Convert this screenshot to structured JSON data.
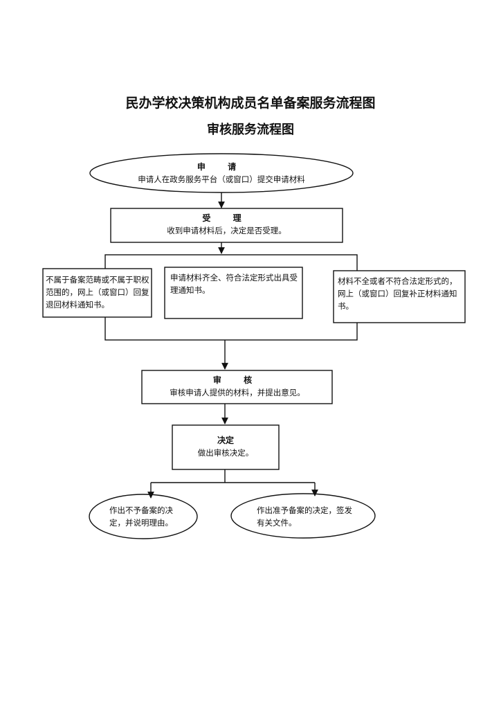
{
  "header": {
    "title": "民办学校决策机构成员名单备案服务流程图",
    "subtitle": "审核服务流程图"
  },
  "flow": {
    "apply": {
      "head": "申 请",
      "text": "申请人在政务服务平台（或窗口）提交申请材料"
    },
    "accept": {
      "head": "受 理",
      "text": "收到申请材料后，决定是否受理。"
    },
    "branch_left": {
      "text": "不属于备案范畴或不属于职权范围的，网上（或窗口）回复退回材料通知书。"
    },
    "branch_middle": {
      "text": "申请材料齐全、符合法定形式出具受理通知书。"
    },
    "branch_right": {
      "text": "材料不全或者不符合法定形式的，网上（或窗口）回复补正材料通知书。"
    },
    "review": {
      "head": "审 核",
      "text": "审核申请人提供的材料，并提出意见。"
    },
    "decide": {
      "head": "决定",
      "text": "做出审核决定。"
    },
    "result_reject": {
      "text": "作出不予备案的决定，并说明理由。"
    },
    "result_approve": {
      "text": "作出准予备案的决定，签发有关文件。"
    }
  },
  "colors": {
    "line": "#111111",
    "background": "#ffffff"
  }
}
